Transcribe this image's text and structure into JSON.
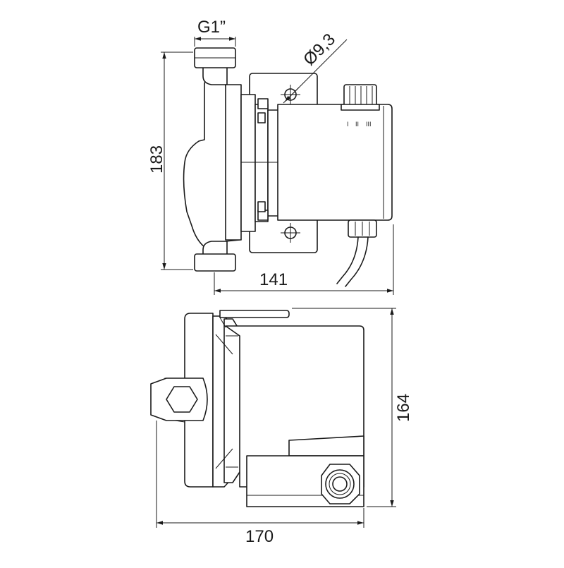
{
  "dimensions": {
    "thread": "G1”",
    "hole_diameter": "Ø9,3",
    "height_side": "183",
    "length_side": "141",
    "length_top": "170",
    "width_top": "164"
  },
  "speed_marks": [
    "I",
    "II",
    "III"
  ],
  "colors": {
    "line": "#1a1a1a",
    "background": "#ffffff"
  }
}
